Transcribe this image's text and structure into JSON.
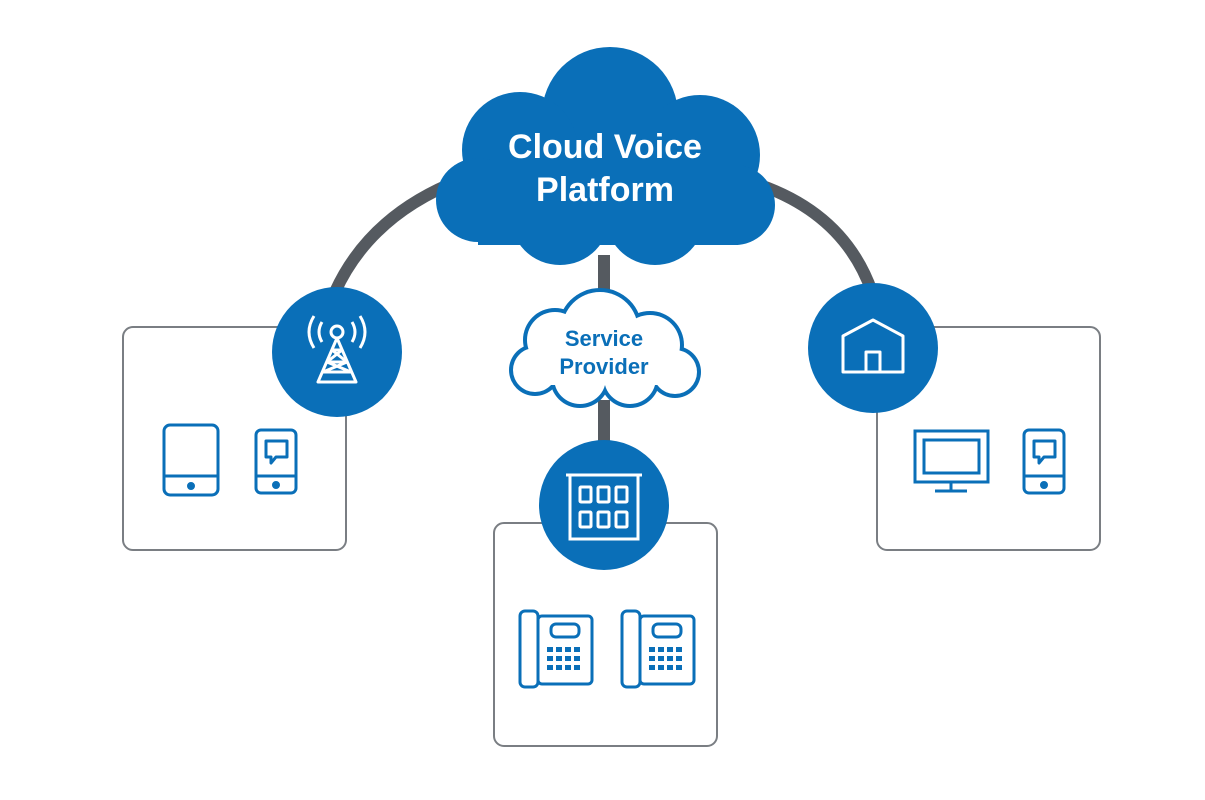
{
  "colors": {
    "brand_blue": "#0a6fb8",
    "connector_gray": "#555a60",
    "box_border": "#7a7e83",
    "white": "#ffffff"
  },
  "cloud_platform": {
    "line1": "Cloud Voice",
    "line2": "Platform"
  },
  "service_provider": {
    "line1": "Service",
    "line2": "Provider"
  },
  "nodes": {
    "left": {
      "icon": "cell-tower-icon",
      "devices": [
        "tablet-icon",
        "mobile-phone-chat-icon"
      ]
    },
    "center": {
      "icon": "office-building-icon",
      "devices": [
        "desk-phone-icon",
        "desk-phone-icon"
      ]
    },
    "right": {
      "icon": "home-icon",
      "devices": [
        "desktop-monitor-icon",
        "mobile-phone-chat-icon"
      ]
    }
  }
}
